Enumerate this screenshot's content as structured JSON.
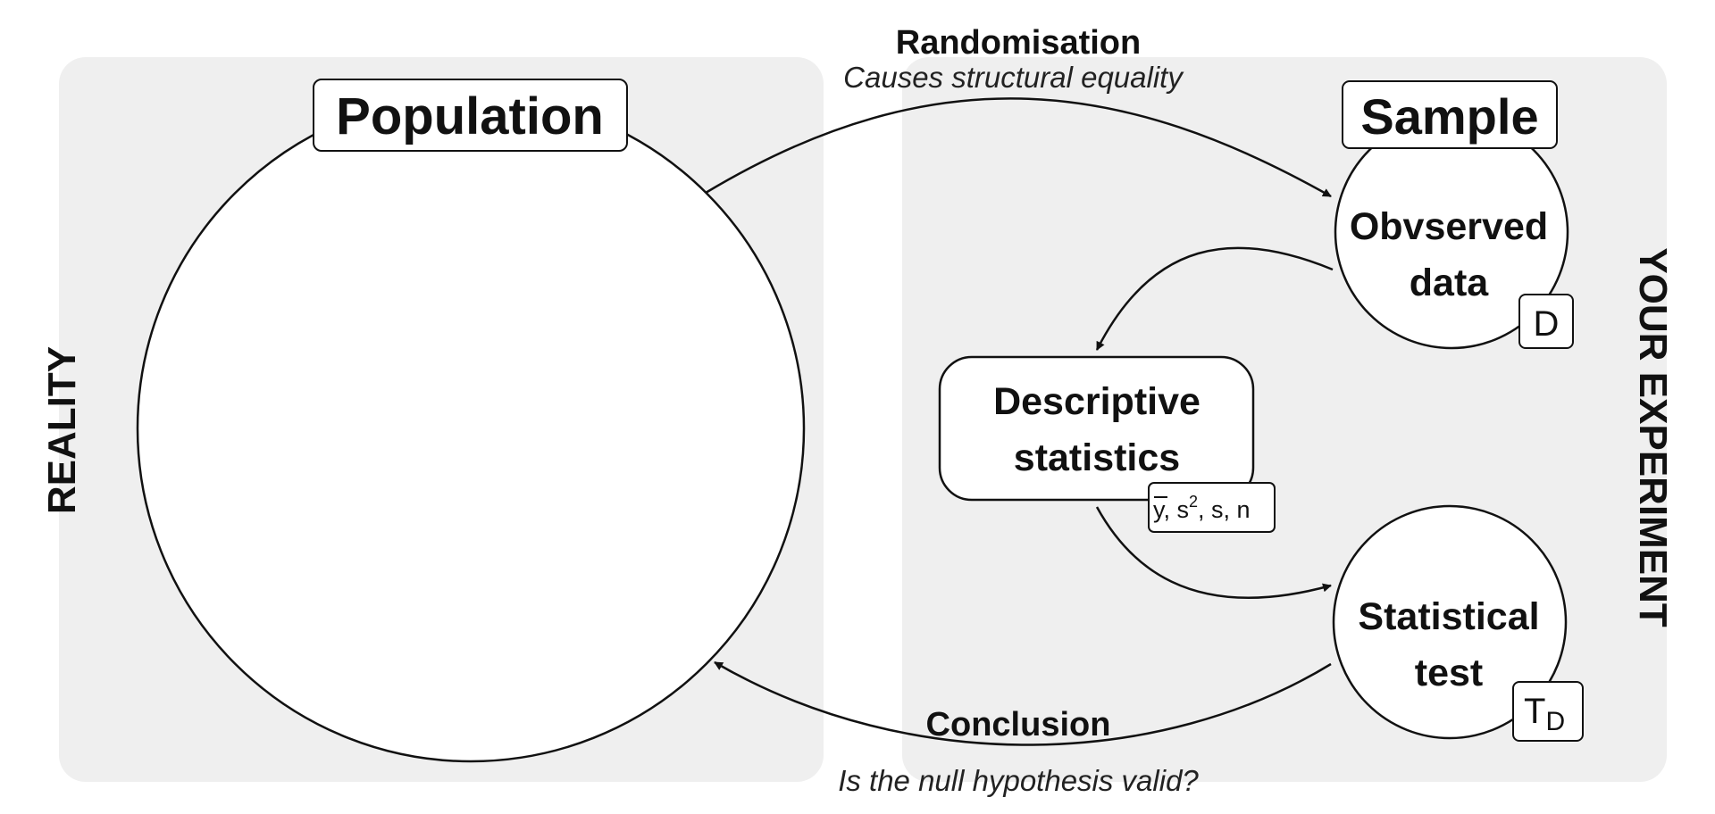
{
  "colors": {
    "panel": "#efefef",
    "stroke": "#111111",
    "node_fill": "#ffffff"
  },
  "panels": {
    "reality_label": "REALITY",
    "experiment_label": "YOUR EXPERIMENT"
  },
  "nodes": {
    "population": "Population",
    "sample": "Sample",
    "observed_line1": "Obvserved",
    "observed_line2": "data",
    "observed_tag": "D",
    "descriptive_line1": "Descriptive",
    "descriptive_line2": "statistics",
    "descriptive_tag_ybar": "y",
    "descriptive_tag_rest1": ", s",
    "descriptive_tag_sup": "2",
    "descriptive_tag_rest2": ", s, n",
    "test_line1": "Statistical",
    "test_line2": "test",
    "test_tag_main": "T",
    "test_tag_sub": "D"
  },
  "arrows": {
    "randomisation_title": "Randomisation",
    "randomisation_sub": "Causes structural equality",
    "conclusion_title": "Conclusion",
    "conclusion_sub": "Is the null hypothesis valid?"
  }
}
